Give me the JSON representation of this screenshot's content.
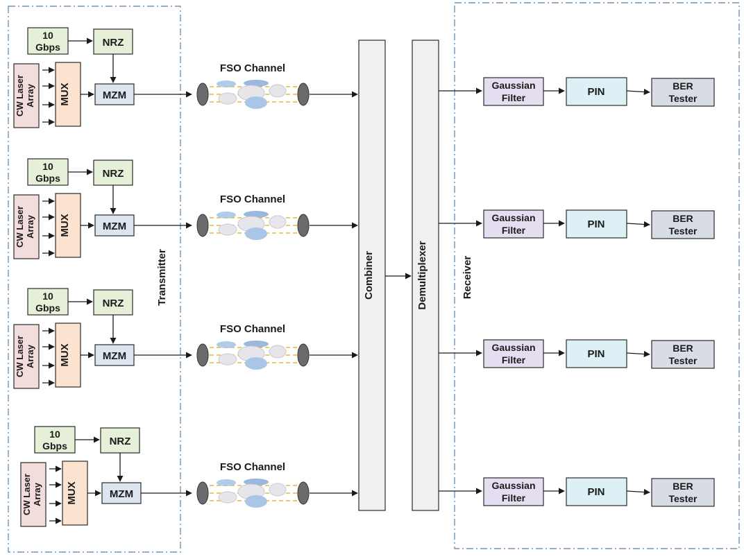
{
  "labels": {
    "transmitter": "Transmitter",
    "receiver": "Receiver",
    "combiner": "Combiner",
    "demultiplexer": "Demultiplexer",
    "fso_channel": "FSO Channel",
    "rate_line1": "10",
    "rate_line2": "Gbps",
    "nrz": "NRZ",
    "mzm": "MZM",
    "mux": "MUX",
    "cw_laser_line1": "CW Laser",
    "cw_laser_line2": "Array",
    "gaussian_line1": "Gaussian",
    "gaussian_line2": "Filter",
    "pin": "PIN",
    "ber_line1": "BER",
    "ber_line2": "Tester"
  },
  "colors": {
    "rate_block": "#e6efd8",
    "nrz_block": "#e6efd8",
    "mzm_block": "#dde5f0",
    "mux_block": "#fbe3cf",
    "laser_block": "#f2dcdc",
    "gaussian_block": "#e4def0",
    "pin_block": "#dcf0f5",
    "ber_block": "#d7dce5",
    "combiner_block": "#f0f0f0",
    "demux_block": "#f0f0f0",
    "dash_border": "#6f93b8",
    "beam": "#e8b53a",
    "lens": "#6b6b6b",
    "cloud_blue": "#a9c6e6",
    "cloud_grey": "#e6e6ea"
  },
  "channels": [
    {
      "index": 1
    },
    {
      "index": 2
    },
    {
      "index": 3
    },
    {
      "index": 4
    }
  ]
}
